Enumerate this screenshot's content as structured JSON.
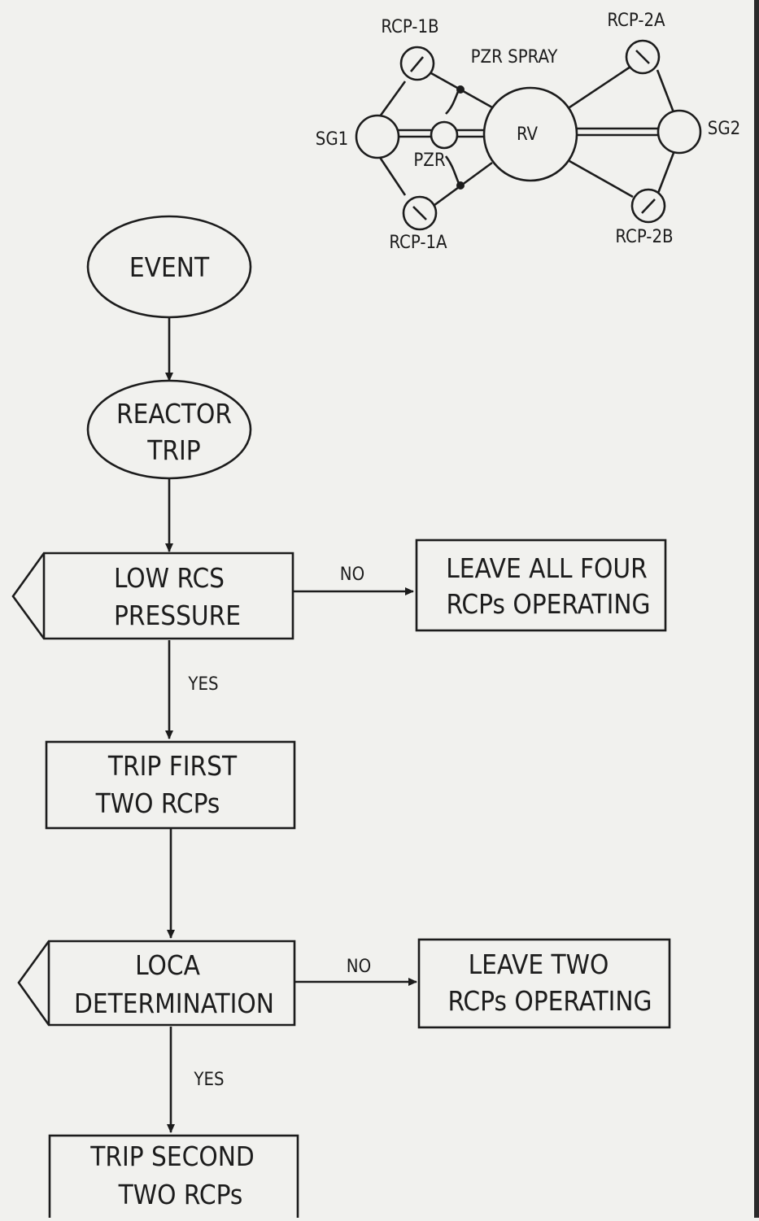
{
  "schematic": {
    "rcp_1b": "RCP-1B",
    "rcp_2a": "RCP-2A",
    "rcp_1a": "RCP-1A",
    "rcp_2b": "RCP-2B",
    "pzr_spray": "PZR SPRAY",
    "sg1": "SG1",
    "sg2": "SG2",
    "rv": "RV",
    "pzr": "PZR"
  },
  "flowchart": {
    "event": "EVENT",
    "reactor_trip": [
      "REACTOR",
      "TRIP"
    ],
    "low_rcs_pressure": [
      "LOW RCS",
      "PRESSURE"
    ],
    "no_1": "NO",
    "leave_all_four": [
      "LEAVE ALL FOUR",
      "RCPs OPERATING"
    ],
    "yes_1": "YES",
    "trip_first_two": [
      "TRIP FIRST",
      "TWO RCPs"
    ],
    "loca_determination": [
      "LOCA",
      "DETERMINATION"
    ],
    "no_2": "NO",
    "leave_two": [
      "LEAVE TWO",
      "RCPs OPERATING"
    ],
    "yes_2": "YES",
    "trip_second_two": [
      "TRIP SECOND",
      "TWO RCPs"
    ]
  }
}
